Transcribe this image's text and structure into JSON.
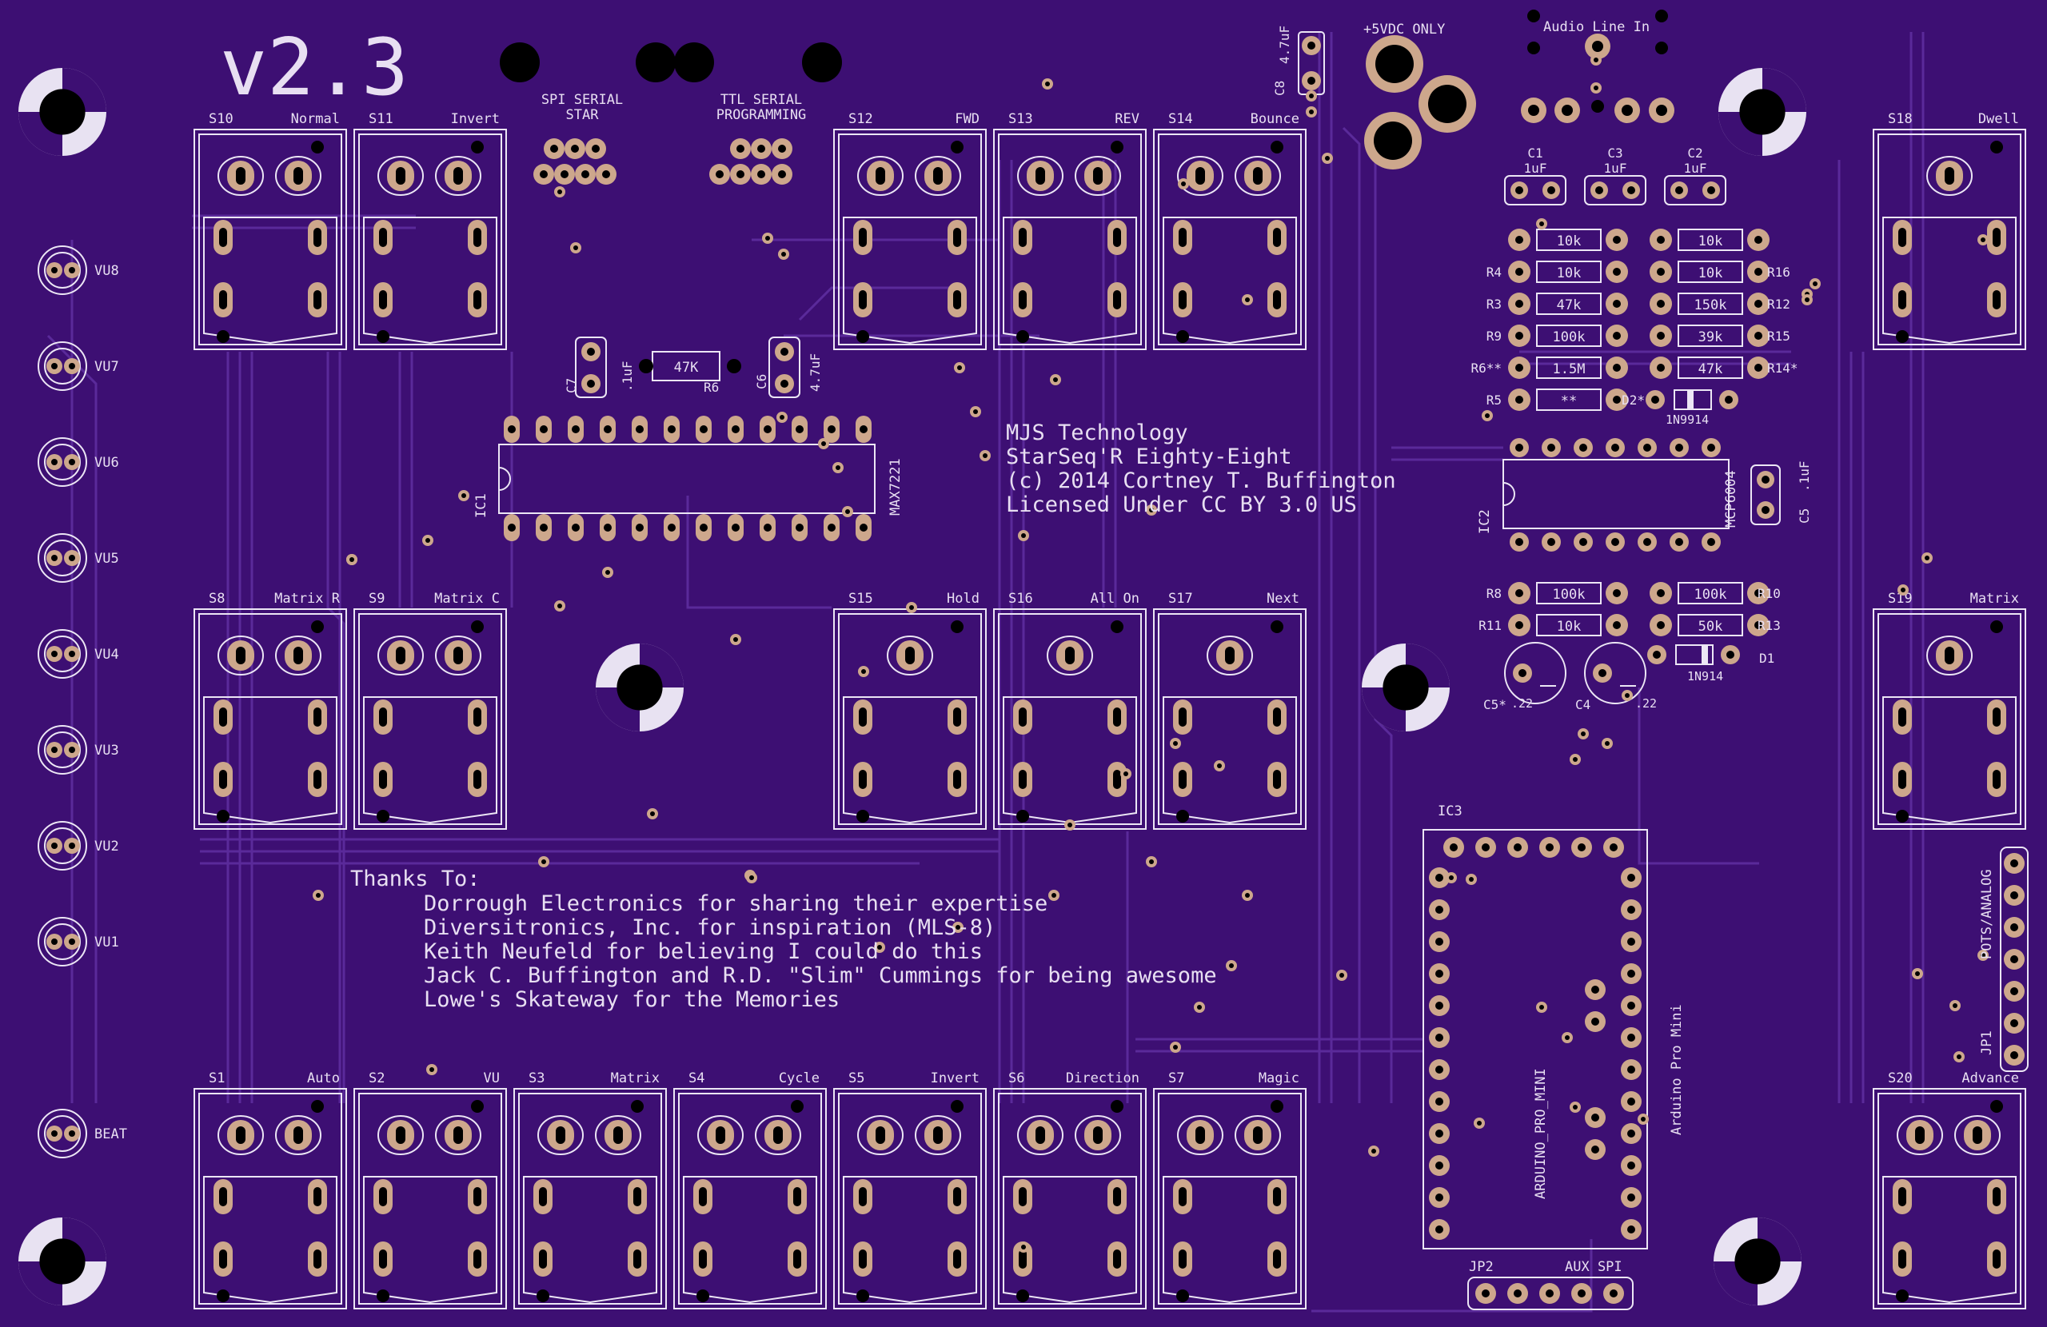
{
  "board": {
    "version": "v2.3",
    "credits": [
      "MJS Technology",
      "StarSeq'R Eighty-Eight",
      "(c) 2014 Cortney T. Buffington",
      "Licensed Under CC BY 3.0 US"
    ],
    "thanks_title": "Thanks To:",
    "thanks": [
      "Dorrough Electronics for sharing their expertise",
      "Diversitronics, Inc. for inspiration (MLS-8)",
      "Keith Neufeld for believing I could do this",
      "Jack C. Buffington and R.D. \"Slim\" Cummings for being awesome",
      "Lowe's Skateway for the Memories"
    ]
  },
  "switches": [
    {
      "ref": "S10",
      "name": "Normal"
    },
    {
      "ref": "S11",
      "name": "Invert"
    },
    {
      "ref": "S12",
      "name": "FWD"
    },
    {
      "ref": "S13",
      "name": "REV"
    },
    {
      "ref": "S14",
      "name": "Bounce"
    },
    {
      "ref": "S18",
      "name": "Dwell"
    },
    {
      "ref": "S8",
      "name": "Matrix R"
    },
    {
      "ref": "S9",
      "name": "Matrix C"
    },
    {
      "ref": "S15",
      "name": "Hold"
    },
    {
      "ref": "S16",
      "name": "All On"
    },
    {
      "ref": "S17",
      "name": "Next"
    },
    {
      "ref": "S19",
      "name": "Matrix"
    },
    {
      "ref": "S1",
      "name": "Auto"
    },
    {
      "ref": "S2",
      "name": "VU"
    },
    {
      "ref": "S3",
      "name": "Matrix"
    },
    {
      "ref": "S4",
      "name": "Cycle"
    },
    {
      "ref": "S5",
      "name": "Invert"
    },
    {
      "ref": "S6",
      "name": "Direction"
    },
    {
      "ref": "S7",
      "name": "Magic"
    },
    {
      "ref": "S20",
      "name": "Advance"
    }
  ],
  "leds": [
    "VU8",
    "VU7",
    "VU6",
    "VU5",
    "VU4",
    "VU3",
    "VU2",
    "VU1",
    "BEAT"
  ],
  "headers": {
    "spi": [
      "SPI SERIAL",
      "STAR"
    ],
    "ttl": [
      "TTL SERIAL",
      "PROGRAMMING"
    ],
    "power": "+5VDC ONLY",
    "audio": "Audio Line In",
    "pots": "POTS/ANALOG",
    "jp1": "JP1",
    "jp2": "JP2",
    "aux": "AUX SPI"
  },
  "parts": {
    "ic1": {
      "ref": "IC1",
      "name": "MAX7221"
    },
    "ic2": {
      "ref": "IC2",
      "name": "MCP6004"
    },
    "ic3": {
      "ref": "IC3",
      "name": "ARDUINO_PRO_MINI",
      "alt": "Arduino Pro Mini"
    },
    "r6": {
      "ref": "R6",
      "value": "47K"
    },
    "c7": {
      "ref": "C7",
      "value": ".1uF"
    },
    "c6": {
      "ref": "C6",
      "value": "4.7uF"
    },
    "c8": {
      "ref": "C8",
      "value": "4.7uF"
    },
    "c5": {
      "ref": "C5",
      "value": ".1uF"
    },
    "caps_top": [
      {
        "ref": "C1",
        "value": "1uF"
      },
      {
        "ref": "C3",
        "value": "1uF"
      },
      {
        "ref": "C2",
        "value": "1uF"
      }
    ],
    "resistor_left": [
      {
        "ref": "",
        "value": "10k"
      },
      {
        "ref": "R4",
        "value": "10k"
      },
      {
        "ref": "R3",
        "value": "47k"
      },
      {
        "ref": "R9",
        "value": "100k"
      },
      {
        "ref": "R6**",
        "value": "1.5M"
      },
      {
        "ref": "R5",
        "value": "**"
      }
    ],
    "resistor_right": [
      {
        "ref": "",
        "value": "10k"
      },
      {
        "ref": "R16",
        "value": "10k"
      },
      {
        "ref": "R12",
        "value": "150k"
      },
      {
        "ref": "R15",
        "value": "39k"
      },
      {
        "ref": "R14*",
        "value": "47k"
      }
    ],
    "d2": {
      "ref": "D2*",
      "value": "1N9914"
    },
    "resistor_low": [
      {
        "ref": "R8",
        "value": "100k"
      },
      {
        "ref": "R11",
        "value": "10k"
      }
    ],
    "resistor_low_right": [
      {
        "ref": "R10",
        "value": "100k"
      },
      {
        "ref": "R13",
        "value": "50k"
      }
    ],
    "d1": {
      "ref": "D1",
      "value": "1N914"
    },
    "c5e": {
      "ref": "C5*",
      "value": ".22"
    },
    "c4": {
      "ref": "C4",
      "value": ".22"
    }
  },
  "colors": {
    "board": "#3d0f73",
    "silk": "#ece6f5",
    "pad": "#cda78c",
    "trace": "#5a2a9a"
  }
}
